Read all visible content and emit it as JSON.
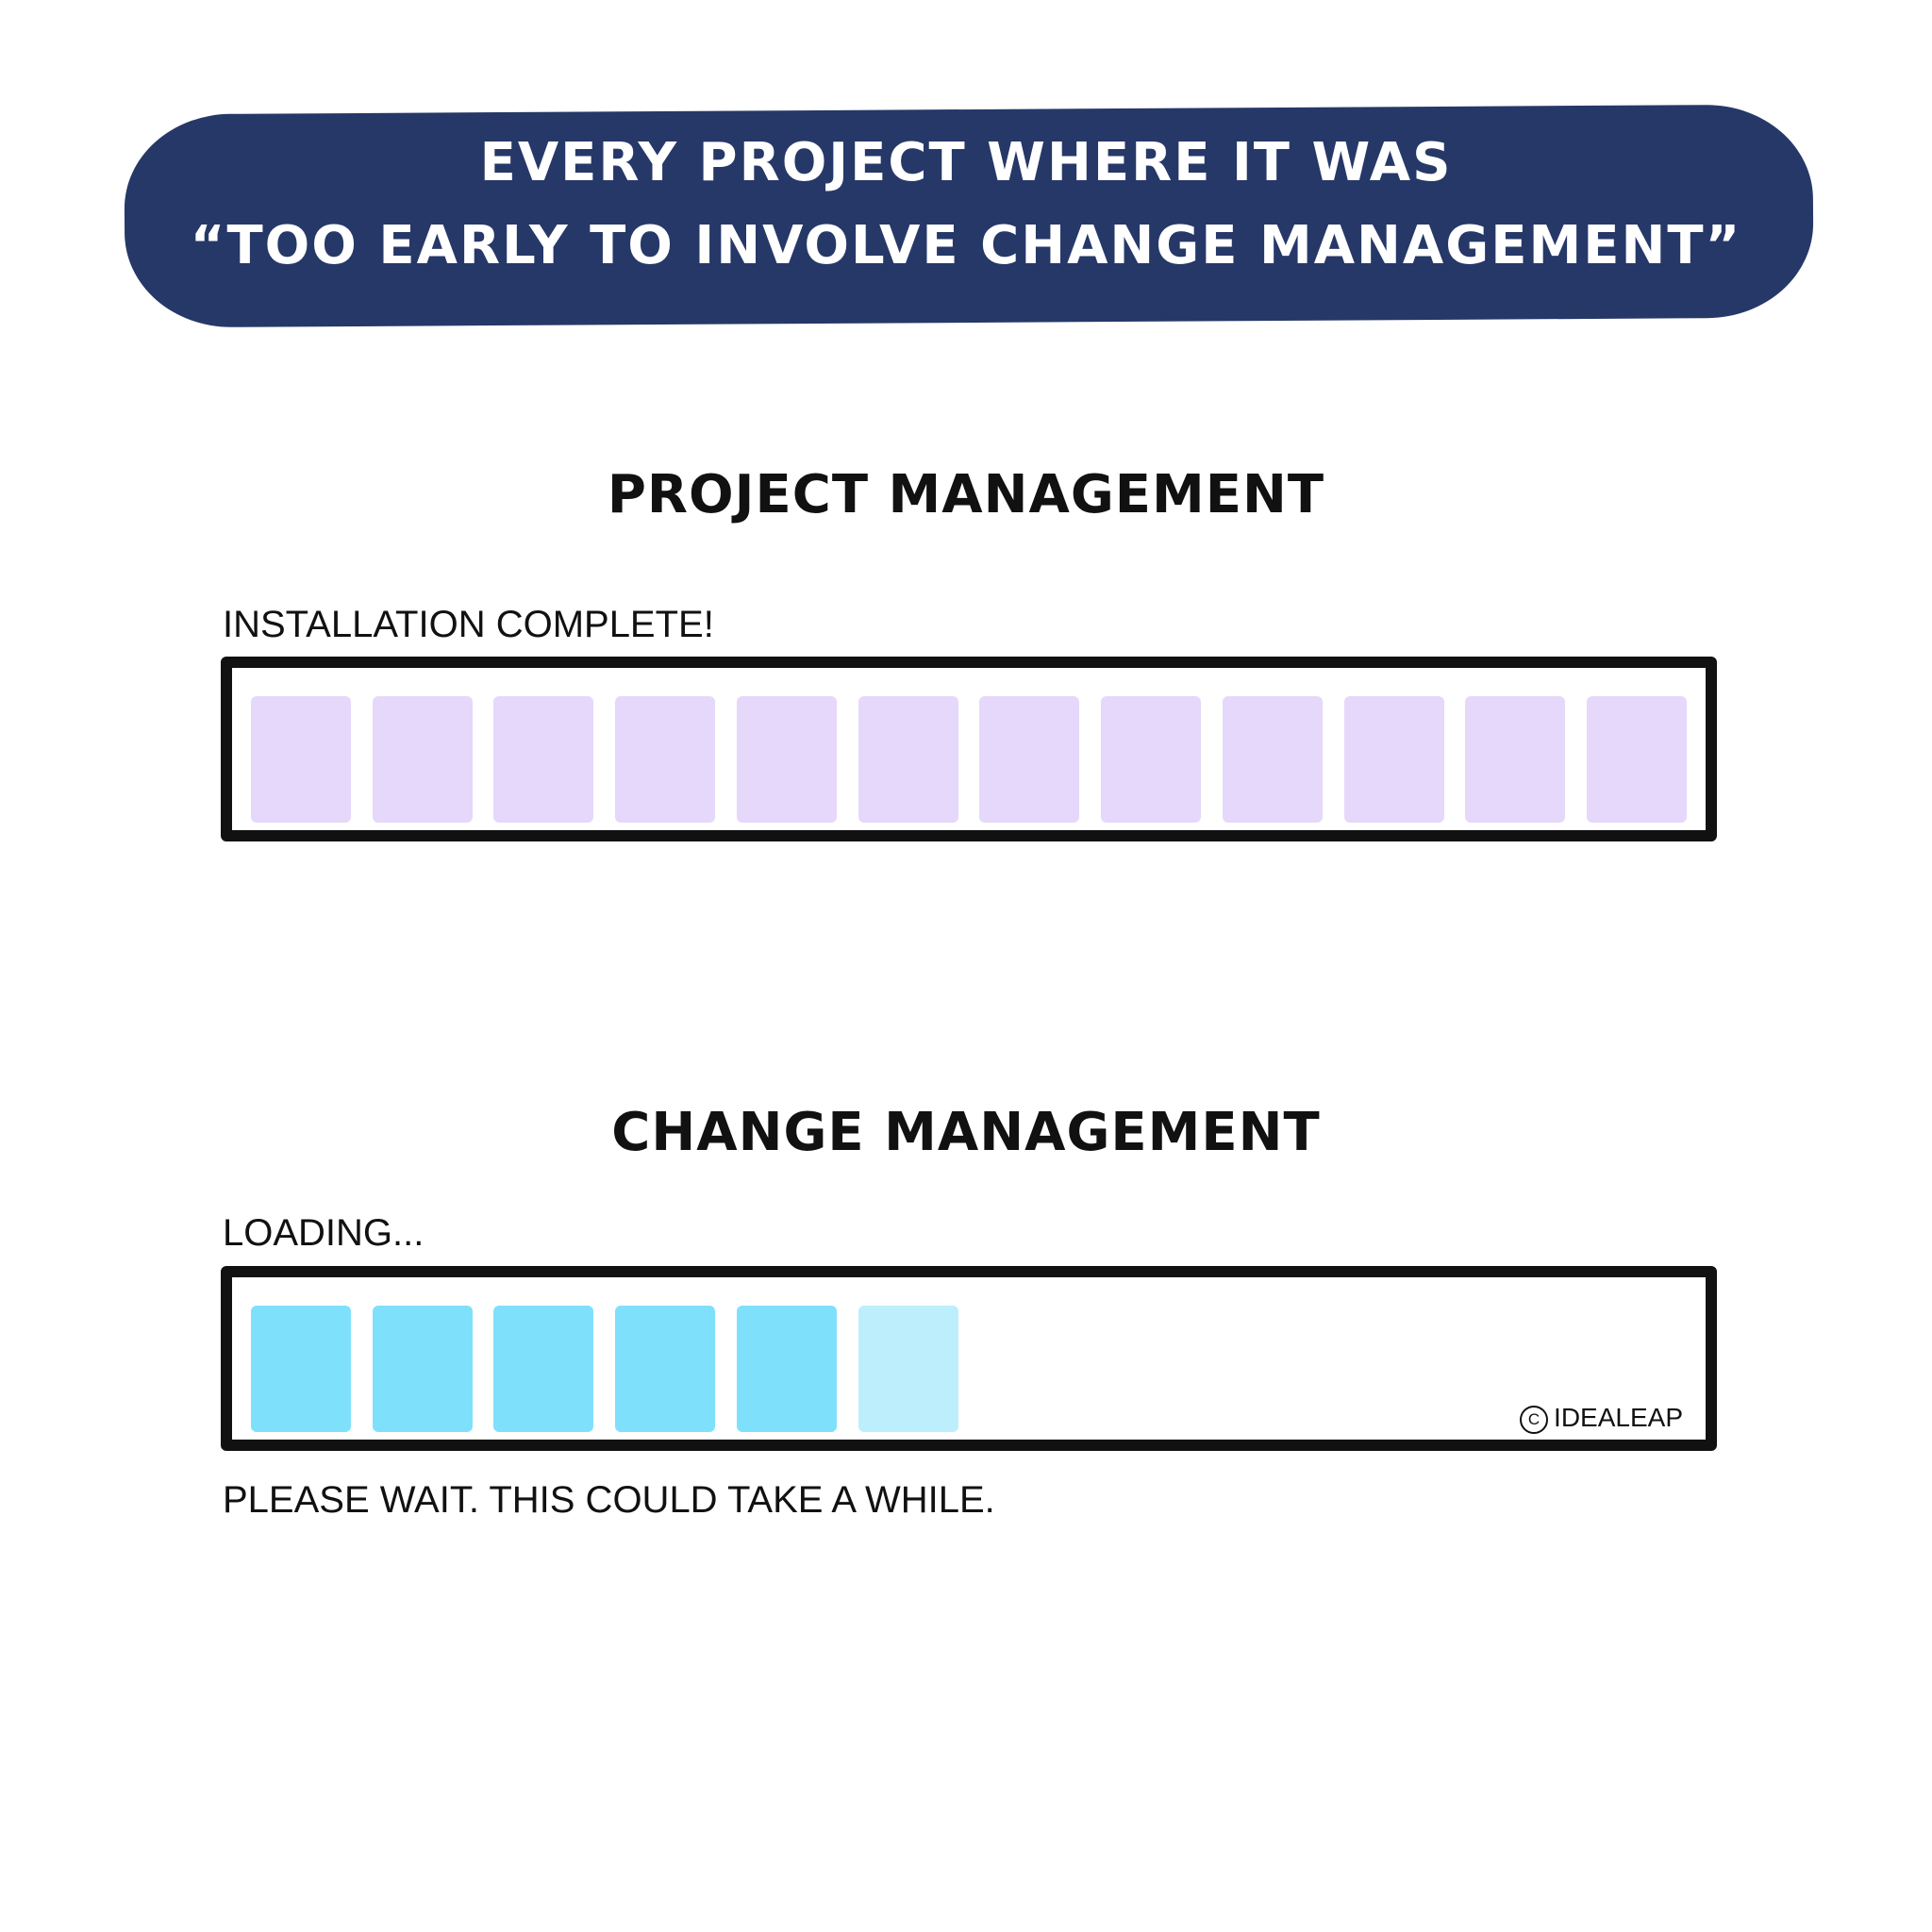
{
  "banner": {
    "line1": "EVERY PROJECT WHERE IT WAS",
    "line2": "“TOO EARLY TO INVOLVE CHANGE MANAGEMENT”",
    "color": "#263868"
  },
  "project_management": {
    "heading": "PROJECT MANAGEMENT",
    "status": "INSTALLATION COMPLETE!",
    "progress": {
      "segments_total": 12,
      "segments_filled": 12,
      "percent": 100,
      "fill_color": "#e5d8fa"
    }
  },
  "change_management": {
    "heading": "CHANGE MANAGEMENT",
    "status": "LOADING...",
    "footer": "PLEASE WAIT. THIS COULD TAKE A WHILE.",
    "progress": {
      "segments_total": 12,
      "segments_filled": 5,
      "segments_partial": 1,
      "fill_color": "#7fe0fb",
      "partial_color": "#bdeefb"
    }
  },
  "copyright": {
    "symbol": "C",
    "label": "IDEALEAP"
  }
}
